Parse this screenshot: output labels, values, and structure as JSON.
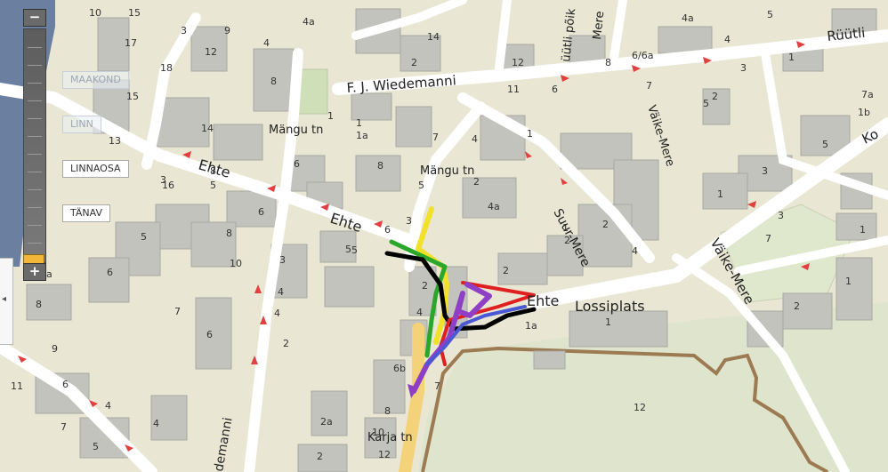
{
  "map": {
    "streets": {
      "ehte_1": "Ehte",
      "ehte_2": "Ehte",
      "ehte_3": "Ehte",
      "ruutli": "Rüütli",
      "wiedemanni": "F. J. Wiedemanni",
      "wiedemanni_partial": "demanni",
      "mangu_1": "Mängu tn",
      "mangu_2": "Mängu tn",
      "lossiplats": "Lossiplats",
      "suur_mere": "Suur-Mere",
      "vaike_mere_1": "Väike-Mere",
      "vaike_mere_2": "Väike-Mere",
      "ruutli_poik": "üütli põik",
      "mere_partial": "Mere",
      "karja": "Karja tn",
      "ko_partial": "Ko"
    },
    "numbers": [
      "10",
      "15",
      "17",
      "3",
      "18",
      "15",
      "13",
      "11",
      "16",
      "14",
      "9",
      "12",
      "8",
      "4",
      "4a",
      "2",
      "14",
      "1a",
      "1",
      "8",
      "6",
      "6",
      "7",
      "5",
      "4",
      "2",
      "4a",
      "3",
      "1",
      "2",
      "6",
      "4",
      "2",
      "5",
      "10",
      "8",
      "1",
      "11",
      "6",
      "12",
      "8",
      "6/6a",
      "7",
      "5",
      "2",
      "4a",
      "4",
      "3",
      "1",
      "5",
      "1",
      "3",
      "7",
      "7a",
      "1b",
      "5",
      "2",
      "1",
      "1",
      "1a",
      "1",
      "4",
      "2",
      "6b",
      "7",
      "8",
      "10",
      "2a",
      "2",
      "12",
      "4",
      "12a",
      "8",
      "11",
      "6",
      "4",
      "5",
      "7",
      "9",
      "3",
      "4",
      "2",
      "6",
      "7",
      "5",
      "5",
      "6",
      "3",
      "2",
      "1",
      "3",
      "12",
      "8",
      "4",
      "5"
    ]
  },
  "controls": {
    "zoom_in": "+",
    "zoom_out": "−",
    "levels": [
      "MAAKOND",
      "LINN",
      "LINNAOSA",
      "TÄNAV"
    ],
    "side_tab_icon": "◂"
  },
  "colors": {
    "background": "#e9e7d3",
    "building": "#c3c3bd",
    "road": "#ffffff",
    "park": "#dfe5cc",
    "water": "#6b7fa0",
    "wall": "#9c7a52",
    "route_yellow": "#f2e12a",
    "route_green": "#2aa62a",
    "route_black": "#000000",
    "route_red": "#e02020",
    "route_purple": "#8e3fc6",
    "route_blue": "#4b58d4"
  }
}
